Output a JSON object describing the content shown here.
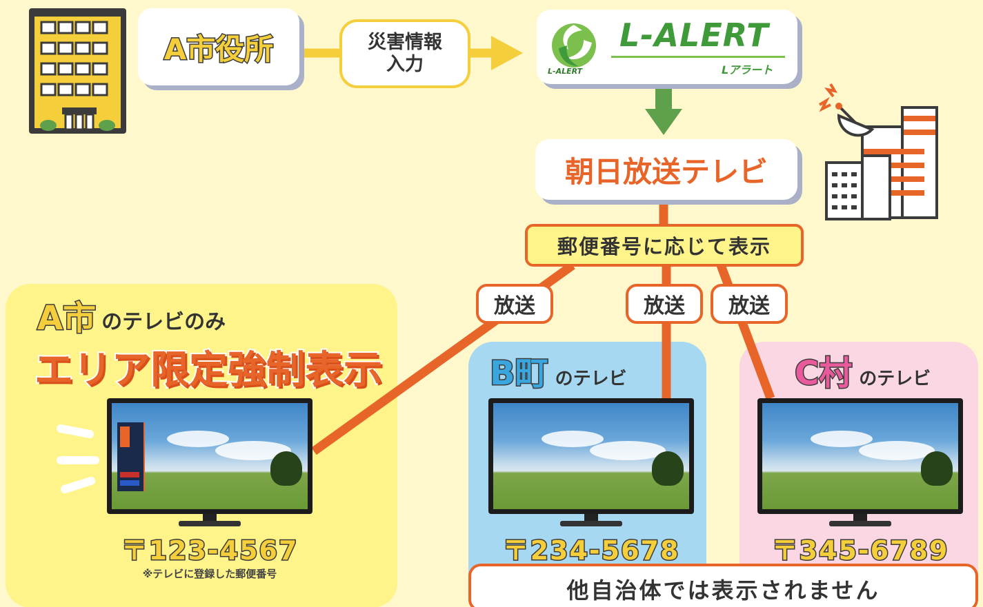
{
  "source": {
    "label": "A市役所",
    "input_label": "災害情報\n入力"
  },
  "lalert": {
    "logo_text": "L-ALERT",
    "logo_kana": "Lアラート",
    "badge_text": "L-ALERT"
  },
  "broadcaster": {
    "label": "朝日放送テレビ"
  },
  "postal_display": {
    "label": "郵便番号に応じて表示"
  },
  "broadcast_labels": [
    "放送",
    "放送",
    "放送"
  ],
  "areas": {
    "a": {
      "title_big": "A市",
      "title_small": "のテレビのみ",
      "title_emphasis": "エリア限定強制表示",
      "postal": "〒123-4567",
      "note": "※テレビに登録した郵便番号",
      "panel_color": "#fff48a"
    },
    "b": {
      "title_big": "B町",
      "title_small": "のテレビ",
      "postal": "〒234-5678",
      "panel_color": "#a7d8f2"
    },
    "c": {
      "title_big": "C村",
      "title_small": "のテレビ",
      "postal": "〒345-6789",
      "panel_color": "#fbd6e3"
    }
  },
  "footer": {
    "label": "他自治体では表示されません"
  },
  "icons": [
    "city-hall-icon",
    "broadcast-station-icon",
    "satellite-dish-icon",
    "television-icon"
  ],
  "colors": {
    "background": "#fff8cc",
    "accent_orange": "#e8652a",
    "accent_yellow": "#f4ce3b",
    "lalert_green": "#3f9a3a",
    "arrow_green": "#5ea04b",
    "b_blue": "#3aa6e0",
    "c_pink": "#e85a9c"
  }
}
